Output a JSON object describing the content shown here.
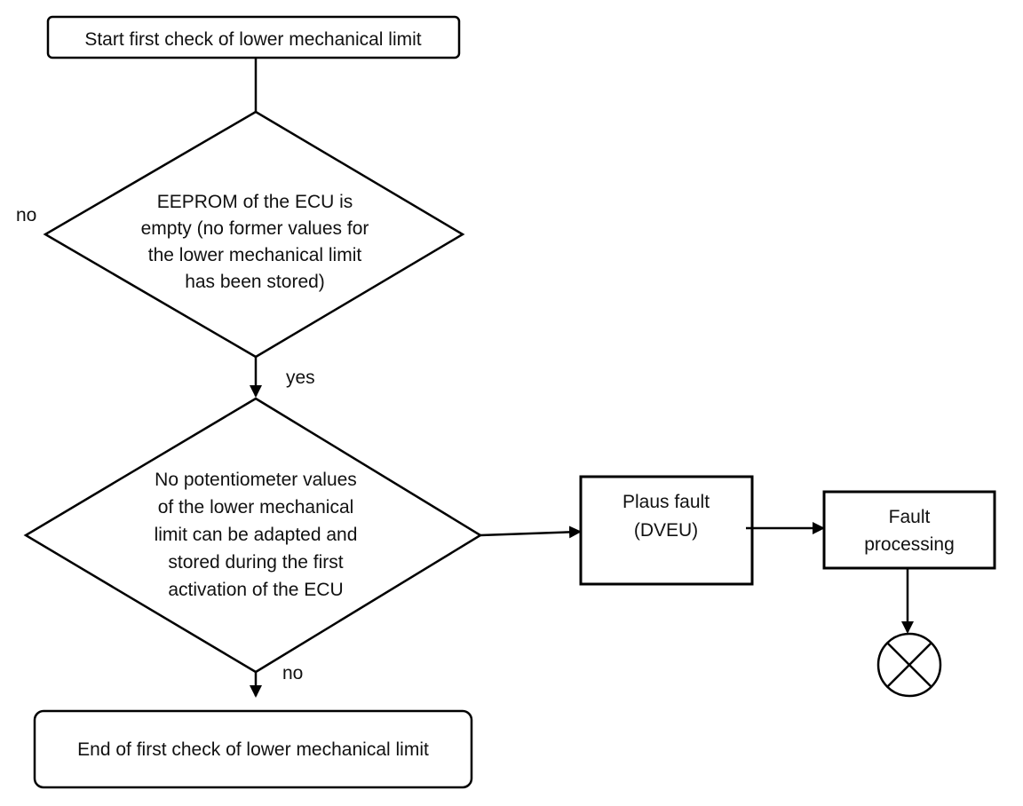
{
  "start_box": {
    "text": "Start first check of lower mechanical limit"
  },
  "decision_eeprom": {
    "lines": [
      "EEPROM of the ECU is",
      "empty (no former values for",
      "the lower mechanical limit",
      "has been stored)"
    ]
  },
  "decision_potentiometer": {
    "lines": [
      "No potentiometer values",
      "of the lower mechanical",
      "limit can be adapted and",
      "stored during the first",
      "activation of the ECU"
    ]
  },
  "plaus_fault": {
    "lines": [
      "Plaus fault",
      "(DVEU)"
    ]
  },
  "fault_processing": {
    "lines": [
      "Fault",
      "processing"
    ]
  },
  "end_box": {
    "text": "End of first check of lower mechanical limit"
  },
  "edge_labels": {
    "no_left": "no",
    "yes": "yes",
    "no_bottom": "no"
  },
  "terminator_icon": "circle-x-icon",
  "colors": {
    "stroke": "#000000",
    "background": "#ffffff"
  }
}
